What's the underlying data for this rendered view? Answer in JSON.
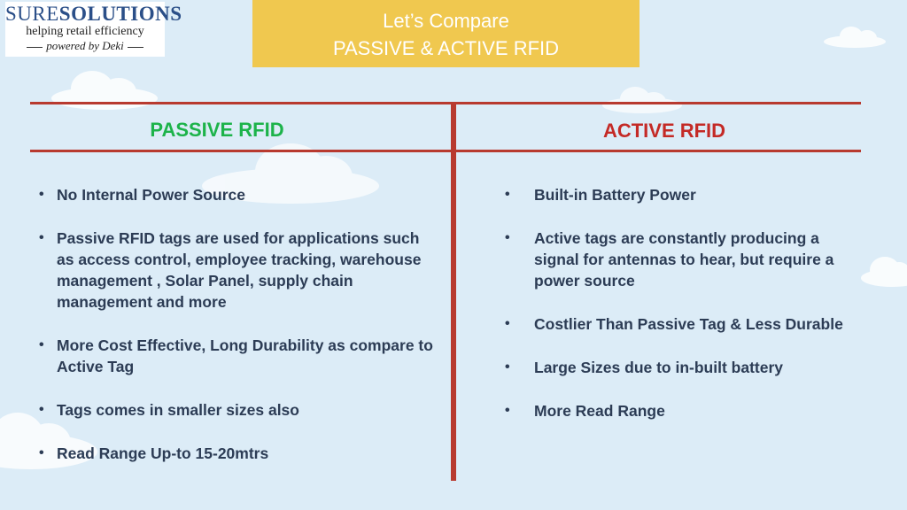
{
  "logo": {
    "brand_part1": "SURE",
    "brand_part2": "SOLUTIONS",
    "tagline": "helping retail efficiency",
    "powered": "powered by Deki"
  },
  "title": {
    "line1": "Let’s Compare",
    "line2": "PASSIVE & ACTIVE RFID"
  },
  "passive": {
    "heading": "PASSIVE RFID",
    "items": [
      "No Internal Power Source",
      "Passive RFID tags are used for applications such as access control, employee tracking, warehouse management , Solar Panel, supply chain management and more",
      "More Cost Effective, Long Durability as compare to Active Tag",
      "Tags comes in smaller sizes also",
      "Read Range Up-to 15-20mtrs"
    ]
  },
  "active": {
    "heading": "ACTIVE RFID",
    "items": [
      "Built-in Battery Power",
      "Active tags are constantly producing a signal for antennas to hear, but require a power source",
      "Costlier Than Passive Tag & Less Durable",
      "Large Sizes due to in-built battery",
      "More Read Range"
    ]
  },
  "colors": {
    "background": "#dcecf7",
    "title_box": "#f0c84f",
    "divider": "#b83a2f",
    "passive_heading": "#1db34a",
    "active_heading": "#c42a26",
    "body_text": "#2c3c55"
  }
}
